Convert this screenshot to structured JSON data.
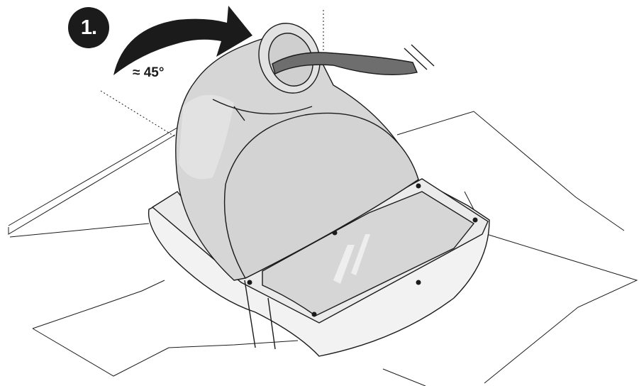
{
  "step": {
    "number_label": "1."
  },
  "rotation": {
    "angle_label": "≈ 45°"
  },
  "colors": {
    "outline": "#1b1b1b",
    "housing_fill": "#d6d6d6",
    "housing_light": "#e2e2e2",
    "base_fill": "#f2f2f2",
    "cable_fill": "#6e6e6e",
    "arrow_fill": "#1b1b1b"
  },
  "icons": {
    "rotation_arrow": "curved-arrow-icon",
    "step_badge": "circle-number-badge"
  }
}
